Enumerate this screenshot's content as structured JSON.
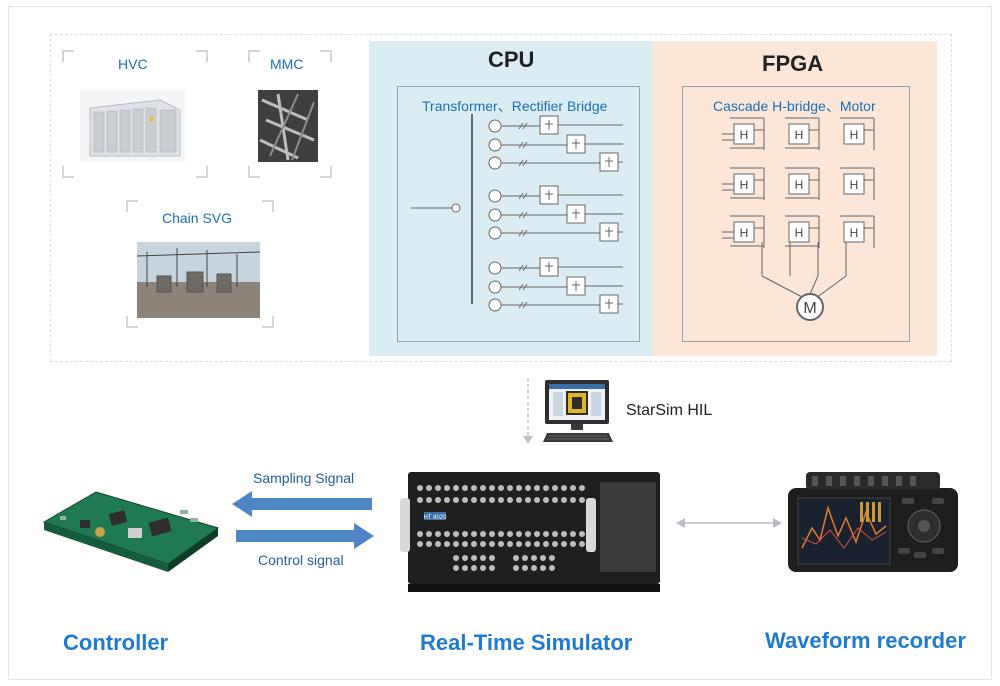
{
  "samples": {
    "hvc": "HVC",
    "mmc": "MMC",
    "chain_svg": "Chain SVG"
  },
  "cpu": {
    "title": "CPU",
    "subtitle": "Transformer、Rectifier Bridge"
  },
  "fpga": {
    "title": "FPGA",
    "subtitle": "Cascade H-bridge、Motor",
    "cell_label": "H",
    "motor_label": "M"
  },
  "starsim": {
    "label": "StarSim HIL"
  },
  "signals": {
    "sampling": "Sampling Signal",
    "control": "Control signal"
  },
  "devices": {
    "controller": "Controller",
    "simulator": "Real-Time Simulator",
    "recorder": "Waveform recorder",
    "simulator_badge": "HT 8020"
  },
  "colors": {
    "label_blue": "#1b6fb5",
    "caption_blue": "#1f7bd0",
    "arrow_blue": "#4f86c6",
    "cpu_bg": "#dbecf3",
    "fpga_bg": "#fbe6d8"
  },
  "icons": [
    "computer-icon",
    "chip-icon",
    "motor-icon",
    "arrow-left-icon",
    "arrow-right-icon",
    "double-arrow-icon"
  ]
}
